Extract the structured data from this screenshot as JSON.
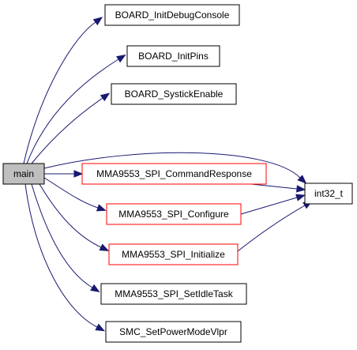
{
  "graph": {
    "root": {
      "id": "main",
      "label": "main",
      "fill": "#bfbfbf",
      "border": "#000000"
    },
    "nodes": [
      {
        "id": "initdebug",
        "label": "BOARD_InitDebugConsole",
        "border": "#000000"
      },
      {
        "id": "initpins",
        "label": "BOARD_InitPins",
        "border": "#000000"
      },
      {
        "id": "systick",
        "label": "BOARD_SystickEnable",
        "border": "#000000"
      },
      {
        "id": "cmdresp",
        "label": "MMA9553_SPI_CommandResponse",
        "border": "#ff0000"
      },
      {
        "id": "configure",
        "label": "MMA9553_SPI_Configure",
        "border": "#ff0000"
      },
      {
        "id": "initialize",
        "label": "MMA9553_SPI_Initialize",
        "border": "#ff0000"
      },
      {
        "id": "setidle",
        "label": "MMA9553_SPI_SetIdleTask",
        "border": "#000000"
      },
      {
        "id": "smc",
        "label": "SMC_SetPowerModeVlpr",
        "border": "#000000"
      },
      {
        "id": "int32",
        "label": "int32_t",
        "border": "#000000"
      }
    ],
    "edges": [
      {
        "from": "main",
        "to": "initdebug"
      },
      {
        "from": "main",
        "to": "initpins"
      },
      {
        "from": "main",
        "to": "systick"
      },
      {
        "from": "main",
        "to": "int32"
      },
      {
        "from": "main",
        "to": "cmdresp"
      },
      {
        "from": "main",
        "to": "configure"
      },
      {
        "from": "main",
        "to": "initialize"
      },
      {
        "from": "main",
        "to": "setidle"
      },
      {
        "from": "main",
        "to": "smc"
      },
      {
        "from": "cmdresp",
        "to": "int32"
      },
      {
        "from": "configure",
        "to": "int32"
      },
      {
        "from": "initialize",
        "to": "int32"
      }
    ],
    "edge_color": "#191970"
  }
}
